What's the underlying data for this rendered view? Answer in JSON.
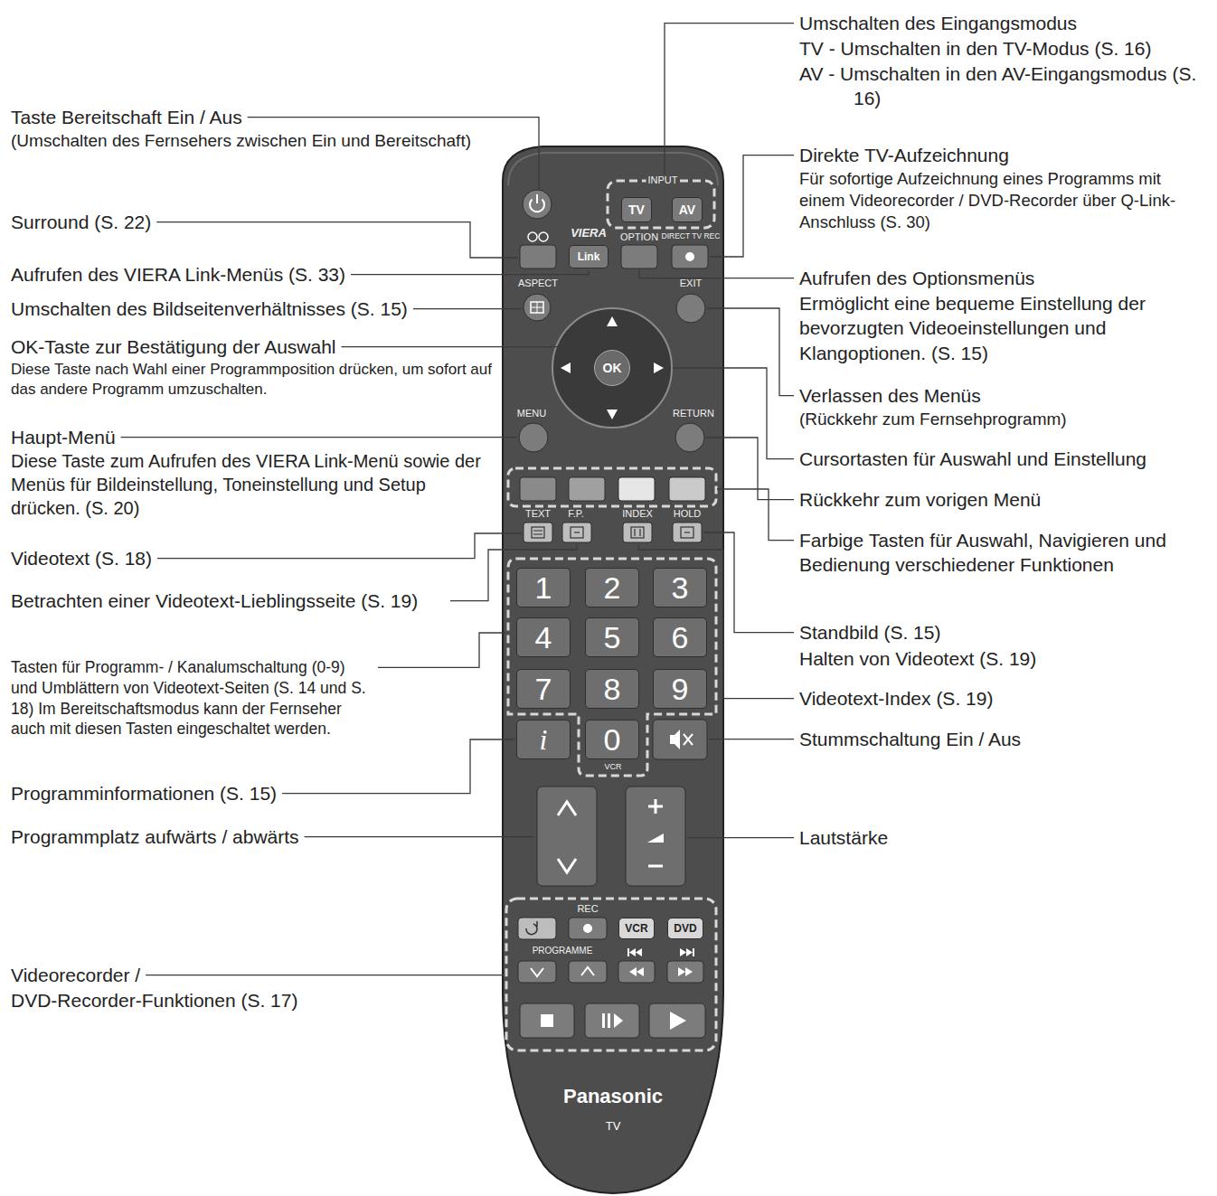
{
  "diagram": {
    "nodes": [
      {
        "text": [
          "Panasonic",
          "TV"
        ]
      },
      {
        "text": [
          "TV"
        ],
        "in": 0
      },
      {
        "text": [
          "AV"
        ],
        "in": 0
      },
      {
        "text": [
          "Link"
        ],
        "in": 0
      },
      {
        "text": [
          "OK"
        ],
        "in": 0
      },
      {
        "text": [
          "1"
        ],
        "in": 0
      },
      {
        "text": [
          "2"
        ],
        "in": 0
      },
      {
        "text": [
          "3"
        ],
        "in": 0
      },
      {
        "text": [
          "4"
        ],
        "in": 0
      },
      {
        "text": [
          "5"
        ],
        "in": 0
      },
      {
        "text": [
          "6"
        ],
        "in": 0
      },
      {
        "text": [
          "7"
        ],
        "in": 0
      },
      {
        "text": [
          "8"
        ],
        "in": 0
      },
      {
        "text": [
          "9"
        ],
        "in": 0
      },
      {
        "text": [
          "i"
        ],
        "in": 0
      },
      {
        "text": [
          "0"
        ],
        "in": 0
      },
      {
        "text": [
          "VCR"
        ],
        "in": 0
      },
      {
        "text": [
          "DVD"
        ],
        "in": 0
      }
    ],
    "labels": [
      "Umschalten des Eingangsmodus",
      "TV - Umschalten in den TV-Modus (S. 16)",
      "AV - Umschalten in den AV-Eingangsmodus (S. 16)",
      "Taste Bereitschaft Ein / Aus",
      "(Umschalten des Fernsehers zwischen Ein und Bereitschaft)",
      "Direkte TV-Aufzeichnung",
      "Für sofortige Aufzeichnung eines Programms mit einem Videorecorder / DVD-Recorder über Q-Link-Anschluss (S. 30)",
      "Surround (S. 22)",
      "Aufrufen des VIERA Link-Menüs (S. 33)",
      "Aufrufen des Optionsmenüs",
      "Ermöglicht eine bequeme Einstellung der bevorzugten Videoeinstellungen und Klangoptionen. (S. 15)",
      "Umschalten des Bildseitenverhältnisses (S. 15)",
      "OK-Taste zur Bestätigung der Auswahl",
      "Diese Taste nach Wahl einer Programmposition drücken, um sofort auf das andere Programm umzuschalten.",
      "Verlassen des Menüs",
      "(Rückkehr zum Fernsehprogramm)",
      "Haupt-Menü",
      "Diese Taste zum Aufrufen des VIERA Link-Menü sowie der Menüs für Bildeinstellung, Toneinstellung und Setup drücken. (S. 20)",
      "Cursortasten für Auswahl und Einstellung",
      "Rückkehr zum vorigen Menü",
      "Farbige Tasten für Auswahl, Navigieren und Bedienung verschiedener Funktionen",
      "Videotext (S. 18)",
      "Betrachten einer Videotext-Lieblingsseite (S. 19)",
      "Standbild (S. 15)",
      "Halten von Videotext (S. 19)",
      "Tasten für Programm- / Kanalumschaltung (0-9) und Umblättern von Videotext-Seiten (S. 14 und S. 18) Im Bereitschaftsmodus kann der Fernseher auch mit diesen Tasten eingeschaltet werden.",
      "Videotext-Index (S. 19)",
      "Stummschaltung Ein / Aus",
      "Programminformationen (S. 15)",
      "Programmplatz aufwärts / abwärts",
      "Lautstärke",
      "Videorecorder /",
      "DVD-Recorder-Funktionen (S. 17)",
      "INPUT",
      "VIERA",
      "OPTION",
      "DIRECT TV REC",
      "ASPECT",
      "EXIT",
      "MENU",
      "RETURN",
      "TEXT",
      "F.P.",
      "INDEX",
      "HOLD",
      "VCR",
      "REC",
      "PROGRAMME"
    ]
  }
}
